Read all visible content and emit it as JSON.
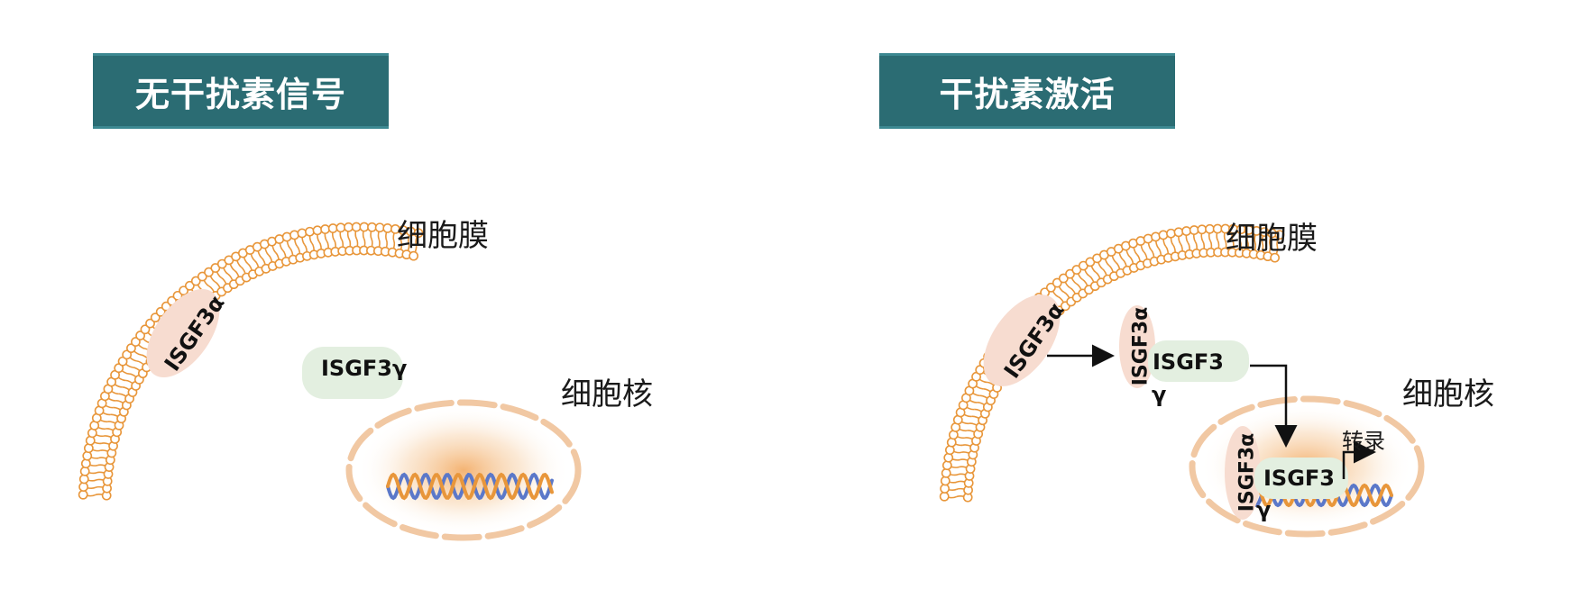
{
  "left_panel": {
    "title": "无干扰素信号",
    "membrane_label": "细胞膜",
    "nucleus_label": "细胞核",
    "protein_alpha": "ISGF3α",
    "protein_gamma": "ISGF3γ"
  },
  "right_panel": {
    "title": "干扰素激活",
    "membrane_label": "细胞膜",
    "nucleus_label": "细胞核",
    "alpha_on_membrane": "ISGF3α",
    "complex_alpha": "ISGF3α",
    "complex_main": "ISGF3",
    "complex_gamma": "γ",
    "nucleus_complex_alpha": "ISGF3α",
    "nucleus_complex_main": "ISGF3",
    "nucleus_complex_gamma": "γ",
    "transcription_label": "转录"
  },
  "colors": {
    "title_bg": "#2b6c73",
    "membrane": "#e8963a",
    "alpha_bg": "#f7dcd0",
    "gamma_bg": "#e3efe0",
    "dna_blue": "#5b78c9",
    "dna_orange": "#e8963a"
  }
}
